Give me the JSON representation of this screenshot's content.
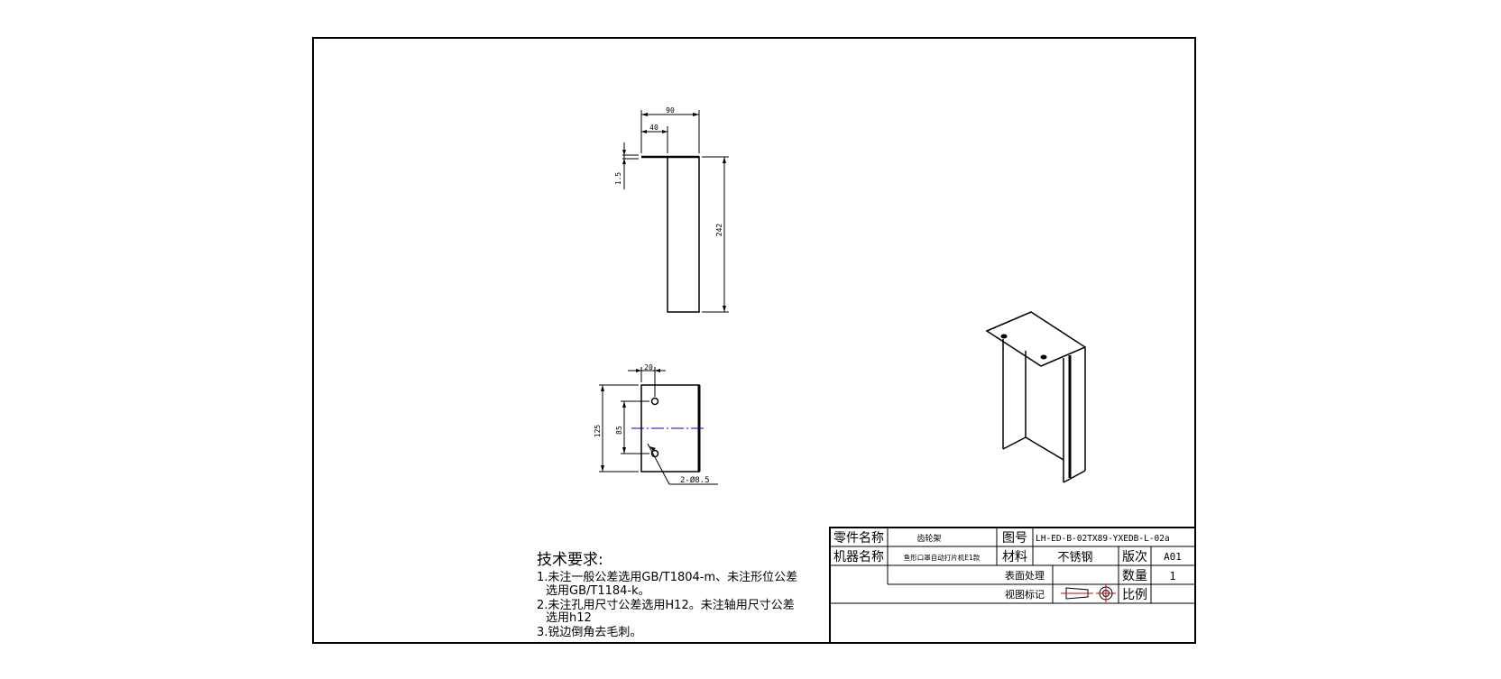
{
  "dimensions": {
    "top_width": "90",
    "inner_width": "40",
    "thickness": "1.5",
    "height": "242",
    "hole_offset": "20",
    "total_height": "125",
    "hole_spacing": "85",
    "hole_callout": "2-Ø8.5"
  },
  "tech_requirements": {
    "title": "技术要求:",
    "line1": "1.未注一般公差选用GB/T1804-m、未注形位公差",
    "line1b": "选用GB/T1184-k。",
    "line2": "2.未注孔用尺寸公差选用H12。未注轴用尺寸公差",
    "line2b": "选用h12",
    "line3": "3.锐边倒角去毛刺。"
  },
  "title_block": {
    "part_name_label": "零件名称",
    "part_name_value": "齿轮架",
    "drawing_no_label": "图号",
    "drawing_no_value": "LH-ED-B-02TX89-YXEDB-L-02a",
    "machine_name_label": "机器名称",
    "machine_name_value": "鱼形口罩自动打片机E1款",
    "material_label": "材料",
    "material_value": "不锈钢",
    "revision_label": "版次",
    "revision_value": "A01",
    "surface_label": "表面处理",
    "quantity_label": "数量",
    "quantity_value": "1",
    "view_mark_label": "视图标记",
    "scale_label": "比例"
  }
}
